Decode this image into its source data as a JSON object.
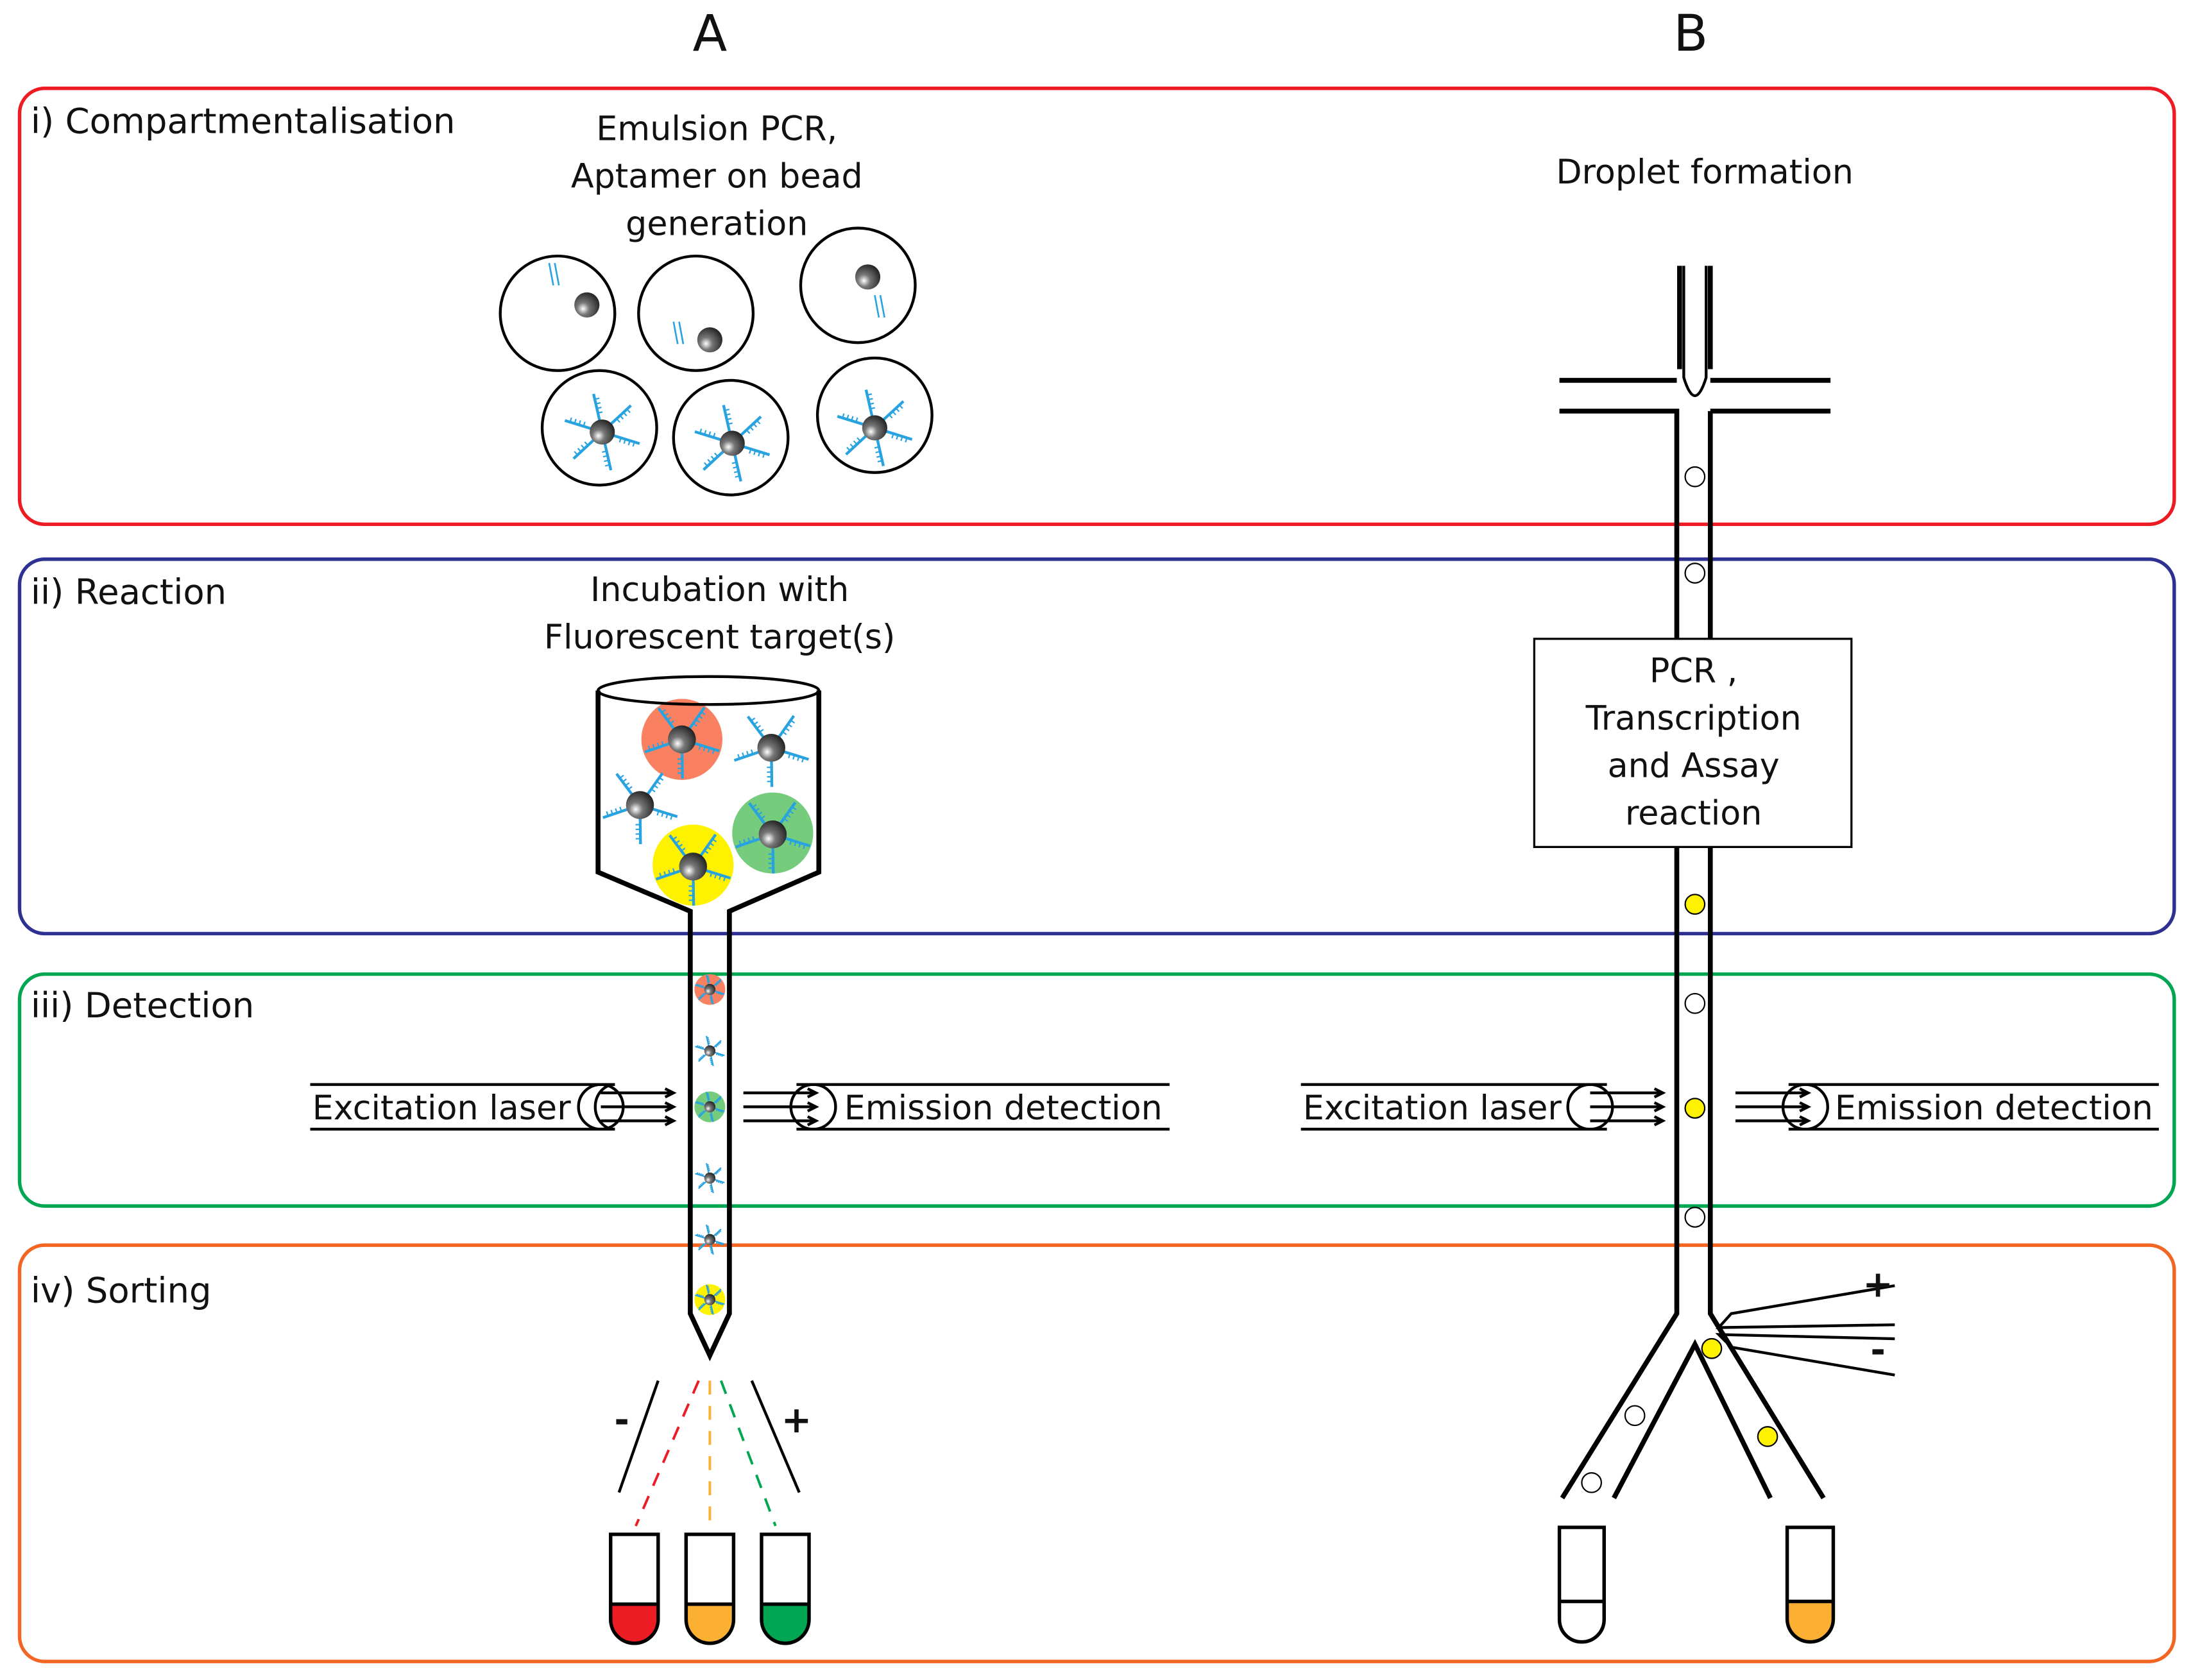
{
  "columns": {
    "a": "A",
    "b": "B"
  },
  "stages": [
    {
      "label": "i) Compartmentalisation",
      "color": "#ed1c24"
    },
    {
      "label": "ii) Reaction",
      "color": "#2e3192"
    },
    {
      "label": "iii) Detection",
      "color": "#00a651"
    },
    {
      "label": "iv) Sorting",
      "color": "#f26522"
    }
  ],
  "panel_a": {
    "compartment_caption": [
      "Emulsion PCR,",
      "Aptamer on bead",
      "generation"
    ],
    "reaction_caption": [
      "Incubation with",
      "Fluorescent target(s)"
    ],
    "excitation": "Excitation laser",
    "emission": "Emission detection",
    "minus": "-",
    "plus": "+",
    "target_colors": {
      "red": "#f98060",
      "green": "#74cc7c",
      "yellow": "#fff200"
    },
    "tube_colors": [
      "#ed1c24",
      "#fbb034",
      "#00a651"
    ]
  },
  "panel_b": {
    "compartment_caption": "Droplet formation",
    "reaction_box": [
      "PCR ,",
      "Transcription",
      "and Assay",
      "reaction"
    ],
    "excitation": "Excitation laser",
    "emission": "Emission detection",
    "plus": "+",
    "minus": "-",
    "positive_color": "#fff200",
    "tube_color": "#fbb034"
  }
}
